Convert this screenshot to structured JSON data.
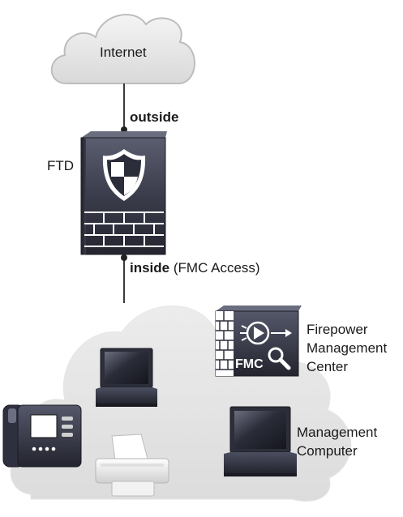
{
  "internet": {
    "label": "Internet"
  },
  "outside_link": {
    "label": "outside"
  },
  "ftd": {
    "label": "FTD"
  },
  "inside_link": {
    "label_bold": "inside",
    "label_rest": "(FMC Access)"
  },
  "fmc": {
    "badge": "FMC",
    "label_lines": [
      "Firepower",
      "Management",
      "Center"
    ]
  },
  "management_computer": {
    "label_lines": [
      "Management",
      "Computer"
    ]
  },
  "colors": {
    "cloud_fill": "#e2e2e2",
    "cloud_stroke": "#c7c7c7",
    "device_dark": "#2b2d3a",
    "device_light": "#4a4d5e",
    "wire": "#3a3a3a"
  }
}
